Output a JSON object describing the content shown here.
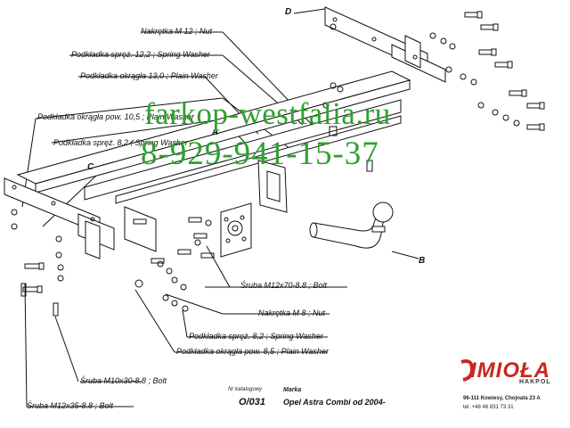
{
  "labels": {
    "nakretka_12": "Nakrętka  M  12 ; Nut",
    "spring_12": "Podkładka spręż. 12,2  ; Spring Washer",
    "plain_13": "Podkładka okrągła 13,0 ; Plain Washer",
    "plain_105": "Podkładka okrągła pow. 10,5 ; Plain Washer",
    "spring_82_top": "Podkładka spręż. 8,2   ; Spring Washer",
    "bolt_12x70": "Śruba M12x70-8.8   ;  Bolt",
    "nut_8": "Nakrętka  M  8 ; Nut",
    "spring_82_bottom": "Podkładka spręż. 8,2  ; Spring Washer",
    "plain_85": "Podkładka okrągła pow. 8,5  ; Plain Washer",
    "bolt_10x30": "Śruba M10x30-8.8   ;  Bolt",
    "bolt_12x35": "Śruba M12x35-8.8   ;  Bolt"
  },
  "letters": {
    "a": "A",
    "b": "B",
    "c": "C",
    "d": "D"
  },
  "watermark": {
    "site": "farkop-westfalia.ru",
    "phone": "8-929-941-15-37"
  },
  "titleblock": {
    "catalog_label": "Nr katalogowy",
    "catalog_value": "O/031",
    "brand_label": "Marka",
    "brand_value": "Opel Astra Combi  od  2004-"
  },
  "company": {
    "logo": "IMIOŁA",
    "logo_sub": "HAKPOL",
    "address": "96-111 Kowiesy, Chojnata 23 A",
    "phone": "tel. +48 46 831 73 31"
  },
  "colors": {
    "watermark": "#2fa02f",
    "logo": "#c8281e"
  }
}
